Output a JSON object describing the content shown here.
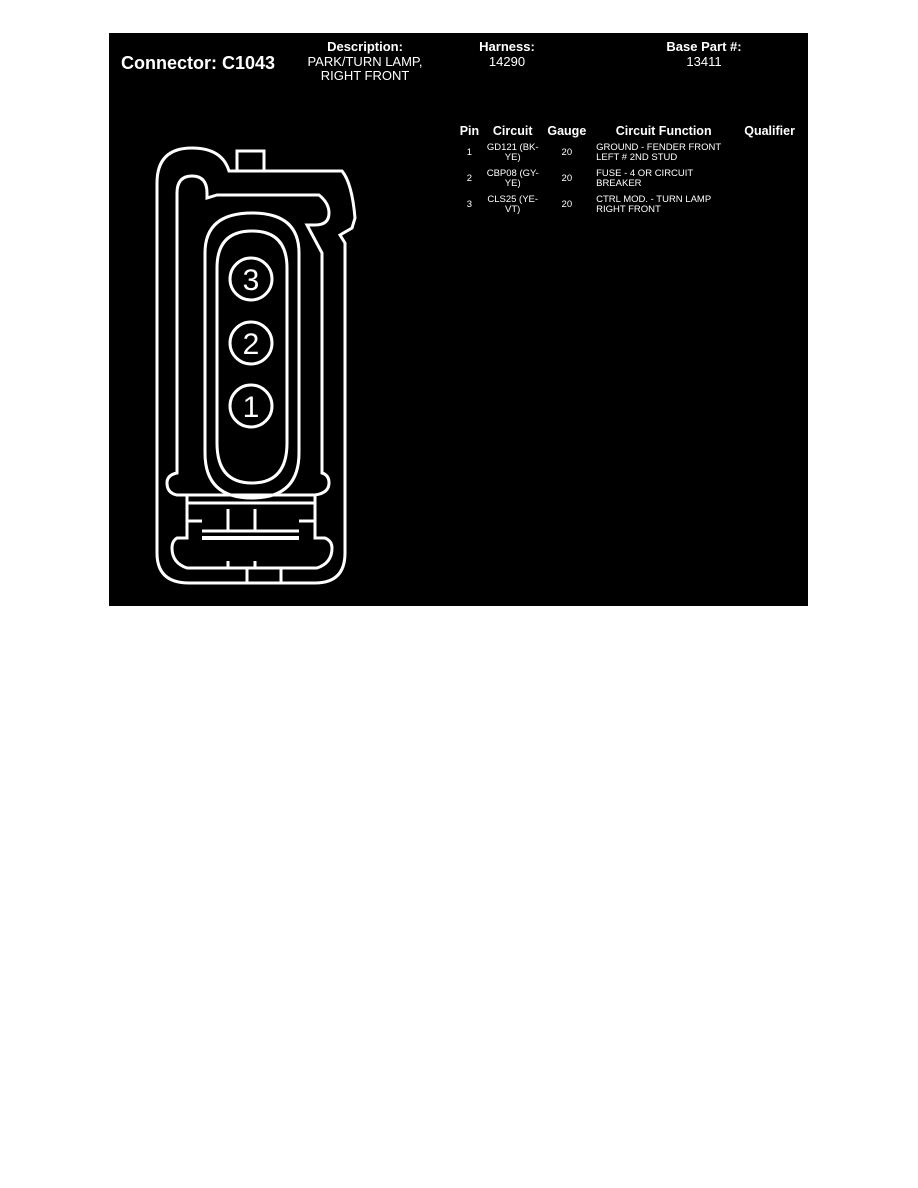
{
  "connector": {
    "title": "Connector: C1043"
  },
  "header": {
    "description": {
      "label": "Description:",
      "value_line1": "PARK/TURN LAMP,",
      "value_line2": "RIGHT FRONT"
    },
    "harness": {
      "label": "Harness:",
      "value": "14290"
    },
    "base_part": {
      "label": "Base Part #:",
      "value": "13411"
    }
  },
  "table": {
    "columns": [
      "Pin",
      "Circuit",
      "Gauge",
      "Circuit Function",
      "Qualifier"
    ],
    "rows": [
      {
        "pin": "1",
        "circuit_l1": "GD121 (BK-",
        "circuit_l2": "YE)",
        "gauge": "20",
        "function_l1": "GROUND - FENDER FRONT",
        "function_l2": "LEFT # 2ND STUD",
        "qualifier": ""
      },
      {
        "pin": "2",
        "circuit_l1": "CBP08 (GY-",
        "circuit_l2": "YE)",
        "gauge": "20",
        "function_l1": "FUSE - 4 OR CIRCUIT",
        "function_l2": "BREAKER",
        "qualifier": ""
      },
      {
        "pin": "3",
        "circuit_l1": "CLS25 (YE-",
        "circuit_l2": "VT)",
        "gauge": "20",
        "function_l1": "CTRL MOD. - TURN LAMP",
        "function_l2": "RIGHT FRONT",
        "qualifier": ""
      }
    ]
  },
  "diagram": {
    "pin_labels": [
      "3",
      "2",
      "1"
    ],
    "line_color": "#ffffff",
    "background": "#000000"
  }
}
